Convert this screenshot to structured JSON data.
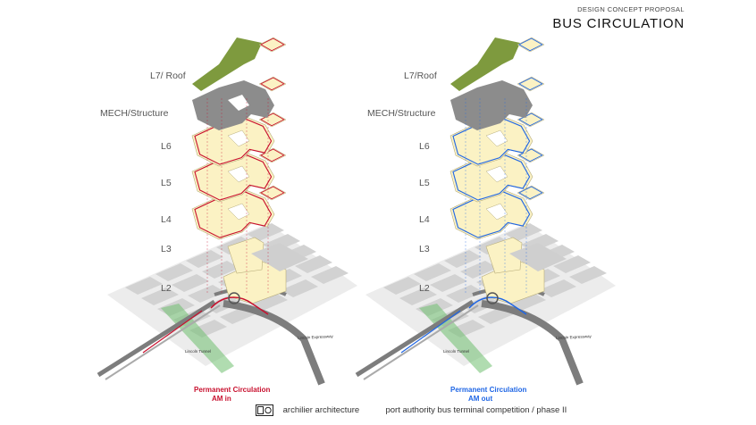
{
  "header": {
    "kicker": "DESIGN CONCEPT PROPOSAL",
    "title": "BUS CIRCULATION"
  },
  "levels": [
    "L7/ Roof",
    "MECH/Structure",
    "L6",
    "L5",
    "L4",
    "L3",
    "L2"
  ],
  "levels_right": [
    "L7/Roof",
    "MECH/Structure",
    "L6",
    "L5",
    "L4",
    "L3",
    "L2"
  ],
  "captions": {
    "left_line1": "Permanent Circulation",
    "left_line2": "AM in",
    "right_line1": "Permanent Circulation",
    "right_line2": "AM out"
  },
  "map_labels": {
    "lincoln_expressway": "Lincoln Expressway",
    "lincoln_tunnel": "Lincoln Tunnel"
  },
  "footer": {
    "firm": "archilier architecture",
    "project": "port authority bus terminal competition / phase II"
  },
  "colors": {
    "roof": "#7e9a3e",
    "mech": "#8c8c8c",
    "floor": "#fbf2c4",
    "street": "#d2d2d2",
    "park": "#6fbf6f",
    "ramp": "#7d7d7d",
    "am_in": "#c8102e",
    "am_out": "#1f66e5"
  }
}
